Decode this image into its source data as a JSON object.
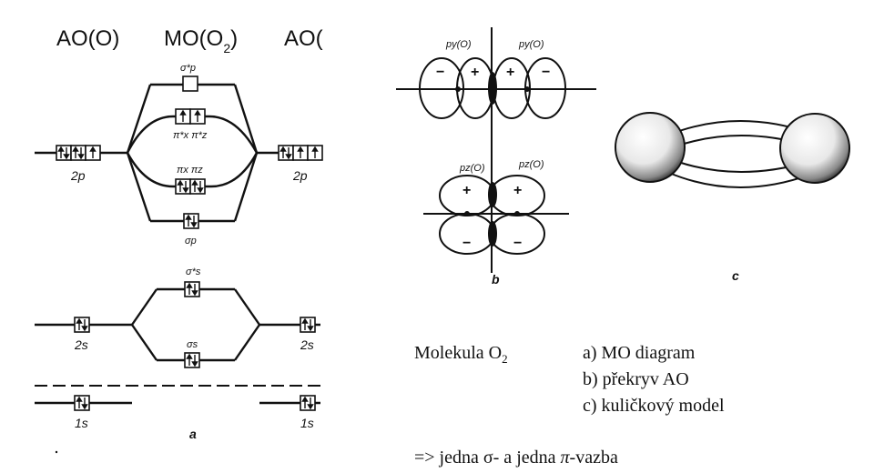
{
  "mo_diagram": {
    "headers": {
      "ao_left": "AO(O)",
      "mo": "MO(O2)",
      "mo_main": "MO(O",
      "mo_sub": "2",
      "mo_close": ")",
      "ao_right": "AO("
    },
    "labels": {
      "2p_left": "2p",
      "2p_right": "2p",
      "sigma_p_star": "σ*p",
      "pi_star": "π*x π*z",
      "pi": "πx πz",
      "sigma_p": "σp",
      "sigma_s_star": "σ*s",
      "sigma_s": "σs",
      "2s_left": "2s",
      "2s_right": "2s",
      "1s_left": "1s",
      "1s_right": "1s",
      "panel": "a"
    }
  },
  "overlap": {
    "py_left": "py(O)",
    "py_right": "py(O)",
    "pz_left": "pz(O)",
    "pz_right": "pz(O)",
    "signs_top": [
      "−",
      "+",
      "+",
      "−"
    ],
    "signs_bottom": [
      "+",
      "+",
      "−",
      "−"
    ],
    "panel": "b"
  },
  "ball_model": {
    "panel": "c"
  },
  "caption": {
    "molecule_prefix": "Molekula O",
    "molecule_sub": "2",
    "item_a": "a) MO diagram",
    "item_b": "b) překryv AO",
    "item_c": "c) kuličkový model",
    "conclusion_prefix": "=> jedna σ- a jedna ",
    "conclusion_pi": "π",
    "conclusion_suffix": "-vazba"
  }
}
